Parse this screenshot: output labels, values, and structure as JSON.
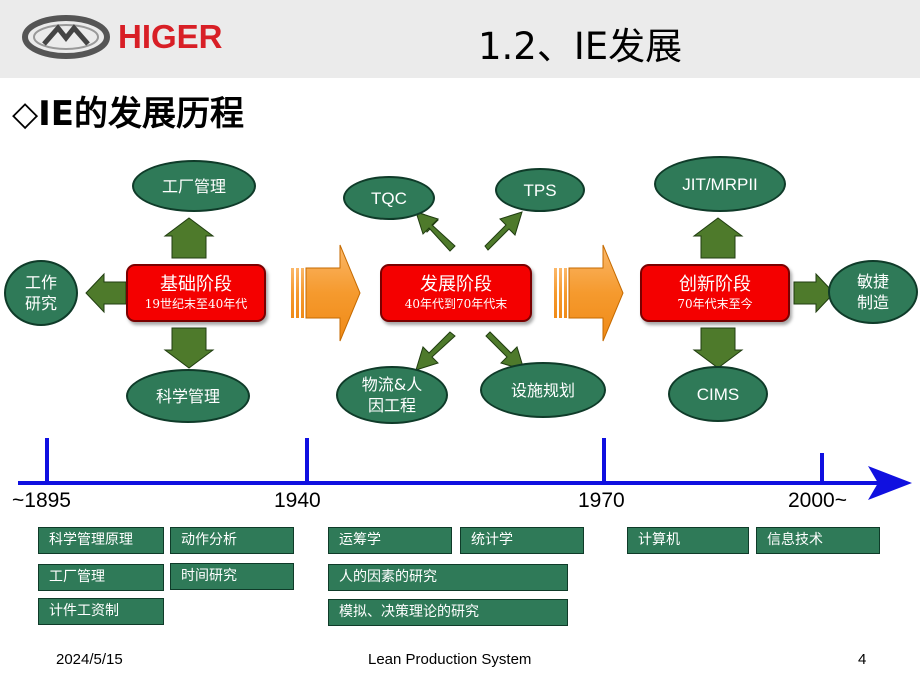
{
  "header": {
    "logo_text": "HIGER",
    "title": "1.2、IE发展"
  },
  "subtitle": "◇IE的发展历程",
  "stages": [
    {
      "name": "基础阶段",
      "range": "19世纪末至40年代"
    },
    {
      "name": "发展阶段",
      "range": "40年代到70年代末"
    },
    {
      "name": "创新阶段",
      "range": "70年代末至今"
    }
  ],
  "ovals": {
    "work_study": "工作研究",
    "factory_mgmt": "工厂管理",
    "scientific_mgmt": "科学管理",
    "tqc": "TQC",
    "tps": "TPS",
    "logistics": "物流&人因工程",
    "facility": "设施规划",
    "jit": "JIT/MRPII",
    "cims": "CIMS",
    "agile": "敏捷制造"
  },
  "timeline": {
    "years": [
      "~1895",
      "1940",
      "1970",
      "2000~"
    ]
  },
  "boxes": {
    "sci_principles": "科学管理原理",
    "motion": "动作分析",
    "factory": "工厂管理",
    "time_study": "时间研究",
    "piece_wage": "计件工资制",
    "operations_research": "运筹学",
    "statistics": "统计学",
    "human_factors": "人的因素的研究",
    "simulation": "模拟、决策理论的研究",
    "computer": "计算机",
    "it": "信息技术"
  },
  "footer": {
    "date": "2024/5/15",
    "center": "Lean Production System",
    "page": "4"
  }
}
